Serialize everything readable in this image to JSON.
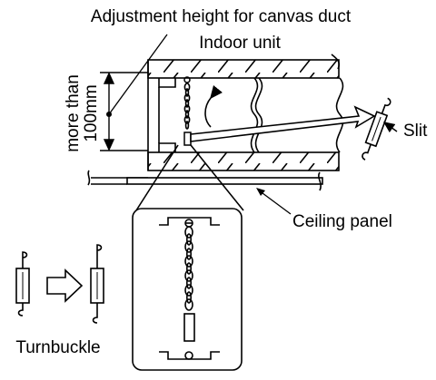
{
  "labels": {
    "adjustment": "Adjustment height for canvas duct",
    "indoor_unit": "Indoor unit",
    "more_than": "more than",
    "dimension": "100mm",
    "slit": "Slit",
    "ceiling_panel": "Ceiling panel",
    "turnbuckle": "Turnbuckle"
  },
  "colors": {
    "ink": "#000000",
    "paper": "#ffffff"
  }
}
